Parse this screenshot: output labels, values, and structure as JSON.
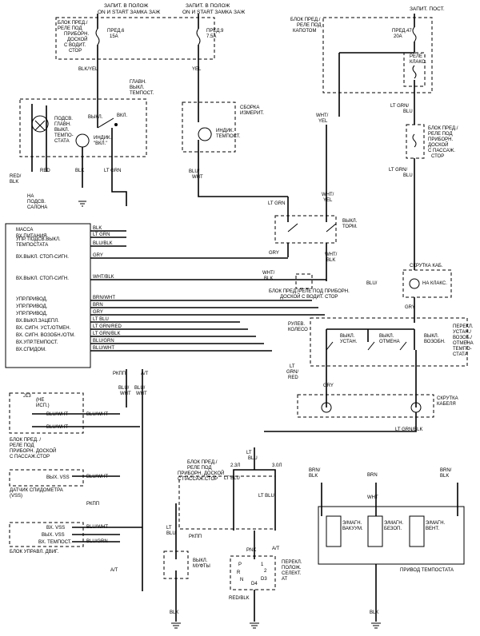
{
  "supply": {
    "left_lines": [
      "ЗАПИТ. В ПОЛОЖ",
      "ON И START ЗАМКА ЗАЖ"
    ],
    "mid_lines": [
      "ЗАПИТ. В ПОЛОЖ",
      "ON И START ЗАМКА ЗАЖ"
    ],
    "right": "ЗАПИТ. ПОСТ."
  },
  "top_box": {
    "lines": [
      "БЛОК ПРЕД./",
      "РЕЛЕ ПОД",
      "ПРИБОРН.",
      "ДОСКОЙ",
      "С ВОДИТ.",
      "СТОР"
    ],
    "fuse1": [
      "ПРЕД.6",
      "15A"
    ],
    "fuse2": [
      "ПРЕД.9",
      "7.5A"
    ]
  },
  "hood_box": {
    "lines": [
      "БЛОК ПРЕД./",
      "РЕЛЕ ПОД",
      "КАПОТОМ"
    ],
    "fuse": [
      "ПРЕД.47",
      "20A"
    ],
    "relay": [
      "РЕЛЕ",
      "КЛАКС."
    ]
  },
  "wires": {
    "blk_yel": "BLK/YEL",
    "yel": "YEL",
    "wht_yel_a": [
      "WHT/",
      "YEL"
    ],
    "lt_grn_blu_a": "LT GRN/",
    "lt_grn_blu_b": "BLU",
    "blu_wht": [
      "BLU/",
      "WHT"
    ],
    "red_blk": [
      "RED/",
      "BLK"
    ],
    "red": "RED",
    "blk": "BLK",
    "lt_grn": "LT GRN",
    "wht_yel_b": [
      "WHT/",
      "YEL"
    ],
    "lt_grn_blu_c": [
      "LT GRN/",
      "BLU"
    ],
    "lt_grn_2": "LT GRN",
    "gry": "GRY",
    "wht_blk": [
      "WHT/",
      "BLK"
    ],
    "wht_blk_2": [
      "WHT/",
      "BLK"
    ],
    "blu_wht_r": [
      "BLU/",
      "WHT"
    ],
    "gry_2": "GRY",
    "lt_grn_red": [
      "LT",
      "GRN/",
      "RED"
    ],
    "gry_3": "GRY",
    "lt_grn_blk": "LT GRN/BLK",
    "blu_wht_1": "BLU/WHT",
    "blu_wht_2": "BLU/WHT",
    "blu_wht_3": "BLU/WHT",
    "blu_wht_4": "BLU/WHT",
    "blu_wht_5": "BLU/WHT",
    "blu_grn": "BLU/GRN",
    "blu_wht_a": [
      "BLU/",
      "WHT"
    ],
    "blu_wht_b": [
      "BLU/",
      "WHT"
    ],
    "lt_blu_1": [
      "LT",
      "BLU"
    ],
    "lt_blu_2": "LT BLU",
    "lt_blu_3": "LT BLU",
    "lt_blu_4": [
      "LT",
      "BLU"
    ],
    "brn_blk_1": [
      "BRN/",
      "BLK"
    ],
    "brn_blk_2": [
      "BRN/",
      "BLK"
    ],
    "brn": "BRN",
    "wht": "WHT",
    "pnk": "PNK",
    "blk_a": "BLK",
    "blk_b": "BLK",
    "blk_c": "BLK",
    "blk_d": "BLK",
    "red_blk_2": "RED/BLK"
  },
  "labels": {
    "main_switch": [
      "ГЛАВН.",
      "ВЫКЛ.",
      "ТЕМПОСТ."
    ],
    "off": "ВЫКЛ.",
    "on": "ВКЛ.",
    "illum": [
      "ПОДСВ.",
      "ГЛАВН.",
      "ВЫКЛ.",
      "ТЕМПО-",
      "СТАТА"
    ],
    "indicator": [
      "ИНДИК.",
      "\"ВКЛ.\""
    ],
    "cluster": [
      "СБОРКА",
      "ИЗМЕРИТ."
    ],
    "ind_tempo": [
      "ИНДИК.",
      "ТЕМПОСТ."
    ],
    "to_interior": [
      "НА",
      "ПОДСВ.",
      "САЛОНА"
    ],
    "brake_sw": [
      "ВЫКЛ.",
      "ТОРМ."
    ],
    "pass_box": [
      "БЛОК ПРЕД./",
      "РЕЛЕ ПОД",
      "ПРИБОРН.",
      "ДОСКОЙ",
      "С ПАССАЖ.",
      "СТОР"
    ],
    "clock_spring": "СКРУТКА КАБ.",
    "to_horn": "НА КЛАКС.",
    "driver_box": [
      "БЛОК ПРЕД./РЕЛЕ ПОД ПРИБОРН.",
      "ДОСКОЙ С ВОДИТ. СТОР"
    ],
    "steering": [
      "РУЛЕВ.",
      "КОЛЕСО"
    ],
    "sw_set": [
      "ВЫКЛ.",
      "УСТАН."
    ],
    "sw_cancel": [
      "ВЫКЛ.",
      "ОТМЕНА"
    ],
    "sw_resume": [
      "ВЫКЛ.",
      "ВОЗОБН."
    ],
    "sw_main": [
      "ПЕРЕКЛ.",
      "УСТАН./",
      "ВОЗОБ./",
      "ОТМЕНА",
      "ТЕМПО-",
      "СТАТА"
    ],
    "cable_coil": [
      "СКРУТКА",
      "КАБЕЛЯ"
    ],
    "rkpp": "РКПП",
    "at": "A/T",
    "j13": "J13",
    "not_used": [
      "(НЕ",
      "ИСП.)"
    ],
    "pass_box_2": [
      "БЛОК ПРЕД. /",
      "РЕЛЕ ПОД",
      "ПРИБОРН. ДОСКОЙ",
      "С ПАССАЖ.СТОР"
    ],
    "vss_out": "ВЫХ. VSS",
    "vss_sensor": [
      "ДАТЧИК СПИДОМЕТРА",
      "(VSS)"
    ],
    "rkpp_2": "РКПП",
    "vss_in": "ВХ. VSS",
    "vss_out_2": "ВЫХ. VSS",
    "vx_tempo": "ВХ. ТЕМПОСТ.",
    "ecu": "БЛОК УПРАВЛ. ДВИГ.",
    "at_2": "A/T",
    "pass_box_3": [
      "БЛОК ПРЕД./",
      "РЕЛЕ ПОД",
      "ПРИБОРН. ДОСКОЙ",
      "С ПАССАЖ.СТОР"
    ],
    "l23": "2.3Л",
    "l30": "3.0Л",
    "rkpp_3": "РКПП",
    "clutch": [
      "ВЫКЛ.",
      "МУФТЫ"
    ],
    "at_3": "A/T",
    "range": [
      "ПЕРЕКЛ.",
      "ПОЛОЖ.",
      "СЕЛЕКТ.",
      "AT"
    ],
    "pos_p": "P",
    "pos_r": "R",
    "pos_n": "N",
    "pos_1": "1",
    "pos_2": "2",
    "pos_d3": "D3",
    "pos_d4": "D4",
    "sol_vac": [
      "Э/МАГН.",
      "ВАКУУМ."
    ],
    "sol_safe": [
      "Э/МАГН.",
      "БЕЗОП."
    ],
    "sol_vent": [
      "Э/МАГН.",
      "ВЕНТ."
    ],
    "actuator": "ПРИВОД ТЕМПОСТАТА"
  },
  "module": {
    "pins": [
      [
        "МАССА"
      ],
      [
        "ВХ.ПИТАНИЯ"
      ],
      [
        "УПР. ПОДСВ.ВЫКЛ.",
        "ТЕМПОСТАТА"
      ],
      [
        "ВХ.ВЫКЛ. СТОП-СИГН."
      ],
      [
        "ВХ.ВЫКЛ. СТОП-СИГН."
      ],
      [
        "УПР.ПРИВОД."
      ],
      [
        "УПР.ПРИВОД."
      ],
      [
        "УПР.ПРИВОД."
      ],
      [
        "ВХ.ВЫКЛ.ЗАЦЕПЛ."
      ],
      [
        "ВХ. СИГН. УСТ./ОТМЕН."
      ],
      [
        "ВХ. СИГН. ВОЗОБН./ОТМ."
      ],
      [
        "ВХ.УПР.ТЕМПОСТ."
      ],
      [
        "ВХ.СПИДОМ."
      ]
    ],
    "wires": [
      "BLK",
      "LT GRN",
      "BLU/BLK",
      "GRY",
      "WHT/BLK",
      "BRN/WHT",
      "BRN",
      "GRY",
      "LT BLU",
      "LT GRN/RED",
      "LT GRN/BLK",
      "BLU/GRN",
      "BLU/WHT"
    ]
  }
}
